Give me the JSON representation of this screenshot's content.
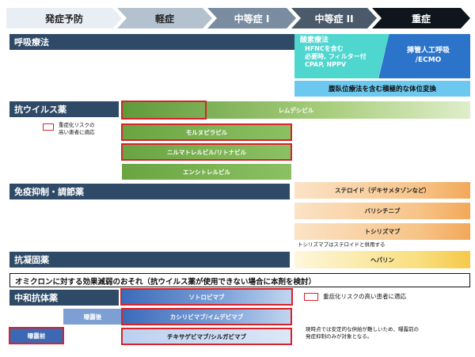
{
  "stages": [
    "発症予防",
    "軽症",
    "中等症 I",
    "中等症 II",
    "重症"
  ],
  "respiratory": {
    "header": "呼吸療法",
    "oxygen_title": "酸素療法",
    "oxygen_lines": [
      "HFNCを含む",
      "必要時, フィルター付",
      "CPAP, NPPV"
    ],
    "intubation_lines": [
      "挿管人工呼吸",
      "/ECMO"
    ],
    "prone": "腹臥位療法を含む積極的な体位変換"
  },
  "antiviral": {
    "header": "抗ウイルス薬",
    "legend": [
      "重症化リスクの",
      "高い患者に適応"
    ],
    "drugs": [
      "レムデシビル",
      "モルヌピラビル",
      "ニルマトレルビル/リトナビル",
      "エンシトレルビル"
    ]
  },
  "immuno": {
    "header": "免疫抑制・調節薬",
    "drugs": [
      "ステロイド（デキサメタゾンなど）",
      "バリシチニブ",
      "トシリズマブ"
    ],
    "note": "トシリズマブはステロイドと併用する"
  },
  "anticoag": {
    "header": "抗凝固薬",
    "drug": "ヘパリン"
  },
  "omicron_banner": "オミクロンに対する効果減弱のおそれ（抗ウイルス薬が使用できない場合に本剤を検討）",
  "antibody": {
    "header": "中和抗体薬",
    "drugs": [
      "ソトロビマブ",
      "カシリビマブ/イムデビマブ",
      "チキサゲビマブ/シルガビマブ"
    ],
    "post_exposure": "曝露後",
    "pre_exposure": "曝露前",
    "legend": "重症化リスクの高い患者に適応",
    "note_lines": [
      "現時点では安定的な供給が難しいため、曝露前の",
      "発症抑制のみが対象となる。"
    ]
  },
  "colors": {
    "header": "#2e4a66",
    "teal": "#4fd6cf",
    "blue": "#2c74c9",
    "cyan": "#6cc8ee",
    "red": "#d8232a"
  }
}
